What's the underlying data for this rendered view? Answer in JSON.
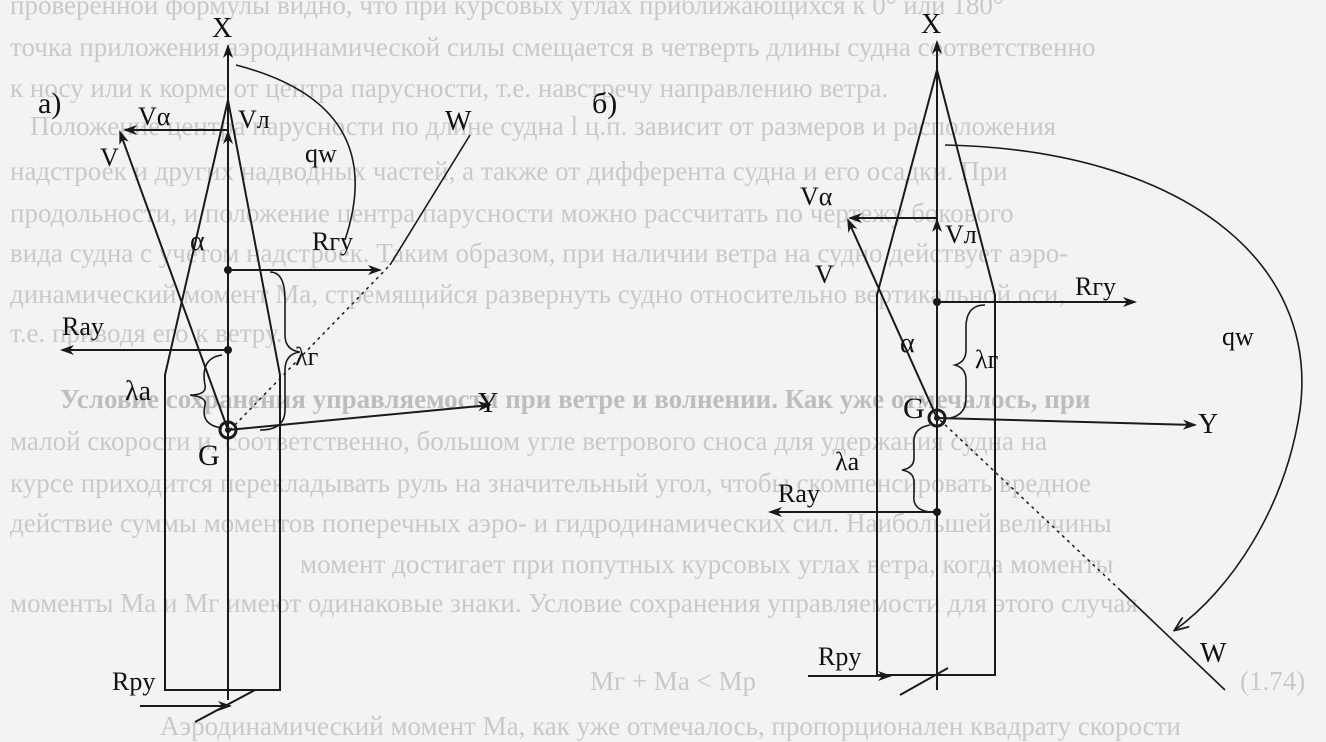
{
  "background_text": [
    "проверенной формулы видно, что при курсовых углах приближающихся к 0° или 180°",
    "точка приложения аэродинамической силы смещается в четверть длины судна соответственно",
    "к носу или к корме от центра парусности, т.е. навстречу направлению ветра.",
    "Положение центра парусности по длине судна l ц.п. зависит от размеров и расположения",
    "надстроек и других надводных частей, а также от дифферента судна и его осадки. При",
    "продольности, и положение центра парусности можно рассчитать по чертежу бокового",
    "вида судна с учетом надстроек. Таким образом, при наличии ветра на судно действует аэро-",
    "динамический момент Мa, стремящийся развернуть судно относительно вертикальной оси,",
    "т.е. приводя его к ветру.",
    "Условие сохранения управляемости при ветре и волнении. Как уже отмечалось, при",
    "малой скорости и, соответственно, большом угле ветрового сноса для удержания судна на",
    "курсе приходится перекладывать руль на значительный угол, чтобы скомпенсировать вредное",
    "действие суммы моментов поперечных аэро- и гидродинамических сил. Наибольшей величины",
    "момент достигает при попутных курсовых углах ветра, когда моменты",
    "моменты Мa и Мг имеют одинаковые знаки. Условие сохранения управляемости для этого случая",
    "Mг + Mа < Mр",
    "(1.74)",
    "Аэродинамический момент Мa, как уже отмечалось, пропорционален квадрату скорости"
  ],
  "diagram_a": {
    "panel_label": "а)",
    "x_axis": "X",
    "y_axis": "Y",
    "v_alpha": "Vα",
    "v_lambda": "Vл",
    "v": "V",
    "alpha": "α",
    "w": "W",
    "q_w": "qw",
    "r_gamma_y": "Rгy",
    "r_ay": "Rаy",
    "lambda_g": "λг",
    "lambda_a": "λa",
    "g": "G",
    "r_py": "Rpy"
  },
  "diagram_b": {
    "panel_label": "б)",
    "x_axis": "X",
    "y_axis": "Y",
    "v_alpha": "Vα",
    "v_lambda": "Vл",
    "v": "V",
    "alpha": "α",
    "w": "W",
    "q_w": "qw",
    "r_gamma_y": "Rгy",
    "r_ay": "Rаy",
    "lambda_g": "λг",
    "lambda_a": "λa",
    "g": "G",
    "r_py": "Rpy"
  }
}
